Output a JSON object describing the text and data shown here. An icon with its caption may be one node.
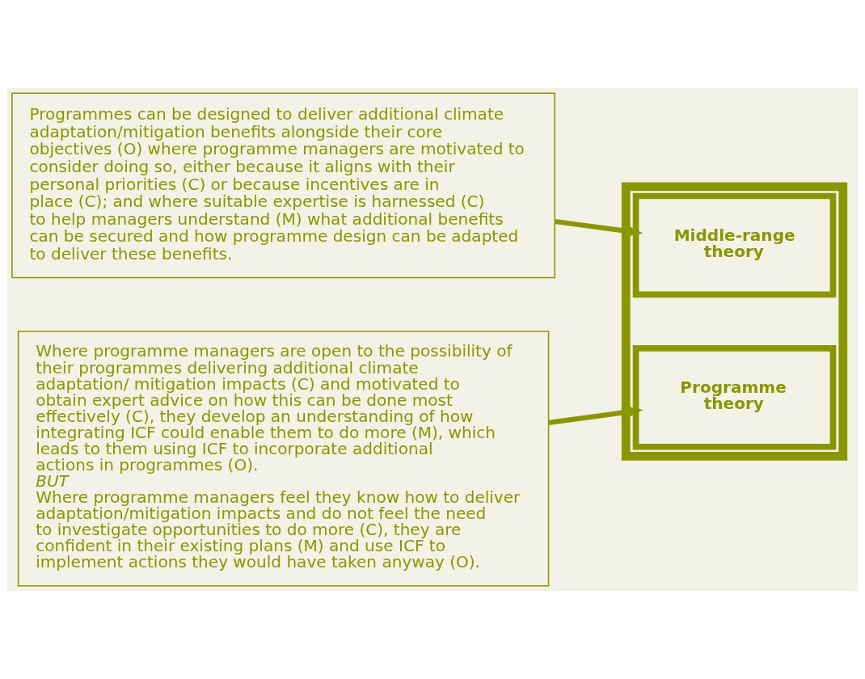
{
  "diagram": {
    "nodes": [
      {
        "text": [
          "Programmes can be designed to deliver additional climate adaptation/mitigation benefits alongside their core objectives (O) where programme managers are motivated to consider doing so, either because it aligns with their personal priorities (C) or because incentives are in place (C); and where suitable expertise is harnessed (C) to help managers understand (M) what additional benefits can be secured and how programme design can be adapted to deliver these benefits."
        ]
      },
      {
        "text": [
          "Where programme managers are open to the possibility of their programmes delivering additional climate adaptation/ mitigation impacts (C) and motivated to obtain expert advice on how this can be done most effectively (C), they develop an understanding of how integrating ICF could enable them to do more (M), which leads to them using ICF to incorporate additional actions in programmes (O).",
          "*BUT*",
          "Where programme managers feel they know how to deliver adaptation/mitigation impacts and do not feel the need to investigate opportunities to do more (C), they are confident in their existing plans (M) and use ICF to implement actions they would have taken anyway (O)."
        ]
      },
      {
        "text": [],
        "shape": "ladder"
      },
      {
        "text": [
          "Middle-range theory"
        ],
        "in": 2
      },
      {
        "text": [
          "Programme theory"
        ],
        "in": 2
      }
    ],
    "edges": [
      {
        "from": 0,
        "to": 3,
        "arrow": "to"
      },
      {
        "from": 1,
        "to": 4,
        "arrow": "to"
      }
    ]
  }
}
